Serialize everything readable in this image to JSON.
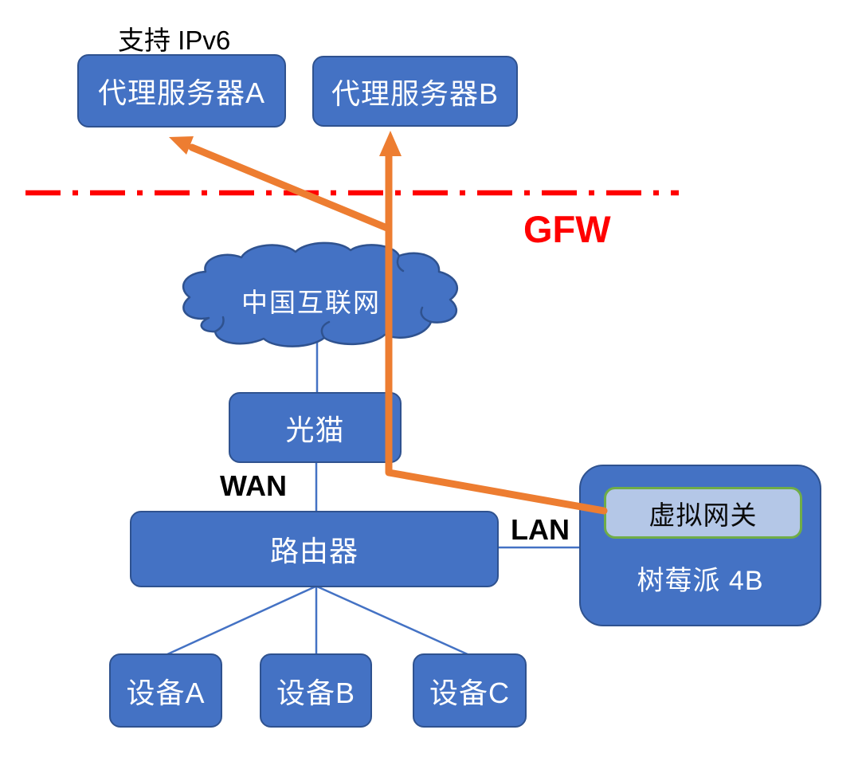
{
  "diagram": {
    "annotations": {
      "ipv6": "支持 IPv6",
      "gfw": "GFW",
      "wan": "WAN",
      "lan": "LAN"
    },
    "nodes": {
      "proxy_a": {
        "label": "代理服务器A"
      },
      "proxy_b": {
        "label": "代理服务器B"
      },
      "cloud": {
        "label": "中国互联网"
      },
      "modem": {
        "label": "光猫"
      },
      "router": {
        "label": "路由器"
      },
      "virtual_gateway": {
        "label": "虚拟网关"
      },
      "raspberry_pi": {
        "label": "树莓派 4B"
      },
      "device_a": {
        "label": "设备A"
      },
      "device_b": {
        "label": "设备B"
      },
      "device_c": {
        "label": "设备C"
      }
    },
    "edges": [
      {
        "from": "cloud",
        "to": "modem",
        "type": "line"
      },
      {
        "from": "modem",
        "to": "router",
        "type": "line",
        "label": "WAN"
      },
      {
        "from": "router",
        "to": "raspberry_pi",
        "type": "line",
        "label": "LAN"
      },
      {
        "from": "router",
        "to": "device_a",
        "type": "line"
      },
      {
        "from": "router",
        "to": "device_b",
        "type": "line"
      },
      {
        "from": "router",
        "to": "device_c",
        "type": "line"
      },
      {
        "from": "virtual_gateway",
        "to": "proxy_a",
        "type": "arrow",
        "color": "#ED7D31"
      },
      {
        "from": "virtual_gateway",
        "to": "proxy_b",
        "type": "arrow",
        "color": "#ED7D31"
      },
      {
        "name": "gfw_boundary",
        "type": "dash-dot-line",
        "color": "#FF0000",
        "label": "GFW"
      }
    ],
    "colors": {
      "node_fill": "#4472C4",
      "node_border": "#2F528F",
      "gateway_fill": "#B4C7E7",
      "gateway_border": "#70AD47",
      "connector_blue": "#4472C4",
      "tunnel_orange": "#ED7D31",
      "gfw_red": "#FF0000",
      "text_on_node": "#FFFFFF",
      "text_dark": "#000000"
    }
  }
}
